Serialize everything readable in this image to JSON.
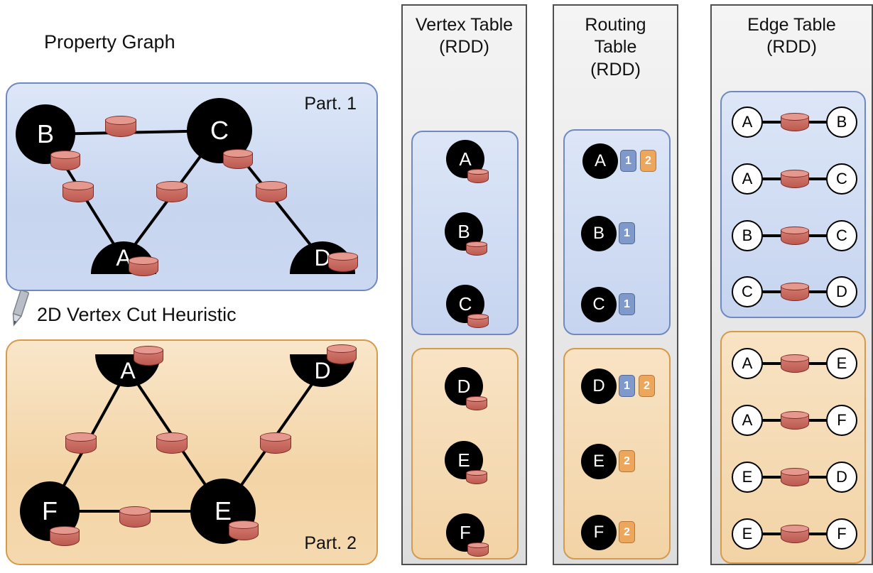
{
  "titles": {
    "property_graph": "Property Graph",
    "heuristic": "2D Vertex Cut Heuristic"
  },
  "columns": {
    "vertex_table": {
      "line1": "Vertex Table",
      "line2": "(RDD)"
    },
    "routing_table": {
      "line1": "Routing",
      "line2": "Table",
      "line3": "(RDD)"
    },
    "edge_table": {
      "line1": "Edge Table",
      "line2": "(RDD)"
    }
  },
  "property_graph": {
    "part1": {
      "label": "Part. 1",
      "vertices": [
        "B",
        "C",
        "A",
        "D"
      ],
      "edges": [
        [
          "B",
          "C"
        ],
        [
          "B",
          "A"
        ],
        [
          "C",
          "A"
        ],
        [
          "C",
          "D"
        ]
      ]
    },
    "part2": {
      "label": "Part. 2",
      "vertices": [
        "A",
        "D",
        "F",
        "E"
      ],
      "edges": [
        [
          "A",
          "F"
        ],
        [
          "A",
          "E"
        ],
        [
          "E",
          "D"
        ],
        [
          "F",
          "E"
        ]
      ]
    }
  },
  "vertex_table": {
    "part1": [
      "A",
      "B",
      "C"
    ],
    "part2": [
      "D",
      "E",
      "F"
    ]
  },
  "routing_table": {
    "part1": [
      {
        "vertex": "A",
        "partitions": [
          "1",
          "2"
        ]
      },
      {
        "vertex": "B",
        "partitions": [
          "1"
        ]
      },
      {
        "vertex": "C",
        "partitions": [
          "1"
        ]
      }
    ],
    "part2": [
      {
        "vertex": "D",
        "partitions": [
          "1",
          "2"
        ]
      },
      {
        "vertex": "E",
        "partitions": [
          "2"
        ]
      },
      {
        "vertex": "F",
        "partitions": [
          "2"
        ]
      }
    ]
  },
  "edge_table": {
    "part1": [
      {
        "src": "A",
        "dst": "B"
      },
      {
        "src": "A",
        "dst": "C"
      },
      {
        "src": "B",
        "dst": "C"
      },
      {
        "src": "C",
        "dst": "D"
      }
    ],
    "part2": [
      {
        "src": "A",
        "dst": "E"
      },
      {
        "src": "A",
        "dst": "F"
      },
      {
        "src": "E",
        "dst": "D"
      },
      {
        "src": "E",
        "dst": "F"
      }
    ]
  },
  "colors": {
    "partition1_fill": "#cdd9f1",
    "partition1_border": "#7089c0",
    "partition2_fill": "#f4d7aa",
    "partition2_border": "#d69a4c",
    "cylinder_fill": "#c96a60",
    "cylinder_border": "#7d2d27",
    "routing_square_part1": "#7e99ca",
    "routing_square_part2": "#eda75d",
    "column_fill": "#e8e8e8",
    "vertex_fill": "#000000"
  }
}
